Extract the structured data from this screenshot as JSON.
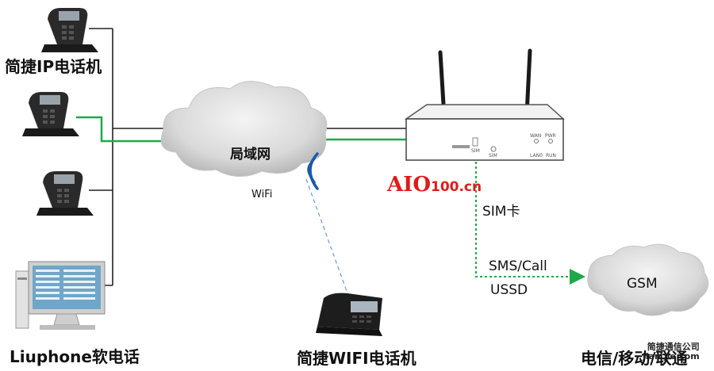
{
  "labels": {
    "ip_phones": "简捷IP电话机",
    "softphone": "Liuphone软电话",
    "lan": "局域网",
    "wifi": "WiFi",
    "wifi_phone": "简捷WIFI电话机",
    "sim_card": "SIM卡",
    "sms_call": "SMS/Call",
    "ussd": "USSD",
    "gsm": "GSM",
    "carriers": "电信/移动/联通"
  },
  "device": {
    "brand_main": "AIO",
    "brand_suffix": "100.cn",
    "panel": {
      "sim": "SIM",
      "wan": "WAN",
      "pwr": "PWR",
      "lan": "LAN0",
      "run": "RUN"
    }
  },
  "watermark": {
    "line1": "简捷通信公司",
    "line2": "jian.jie.com"
  },
  "colors": {
    "link_green": "#1fa84a",
    "wire_black": "#222222",
    "brand_red": "#e01a1a",
    "wifi_blue": "#1a5aa8"
  }
}
